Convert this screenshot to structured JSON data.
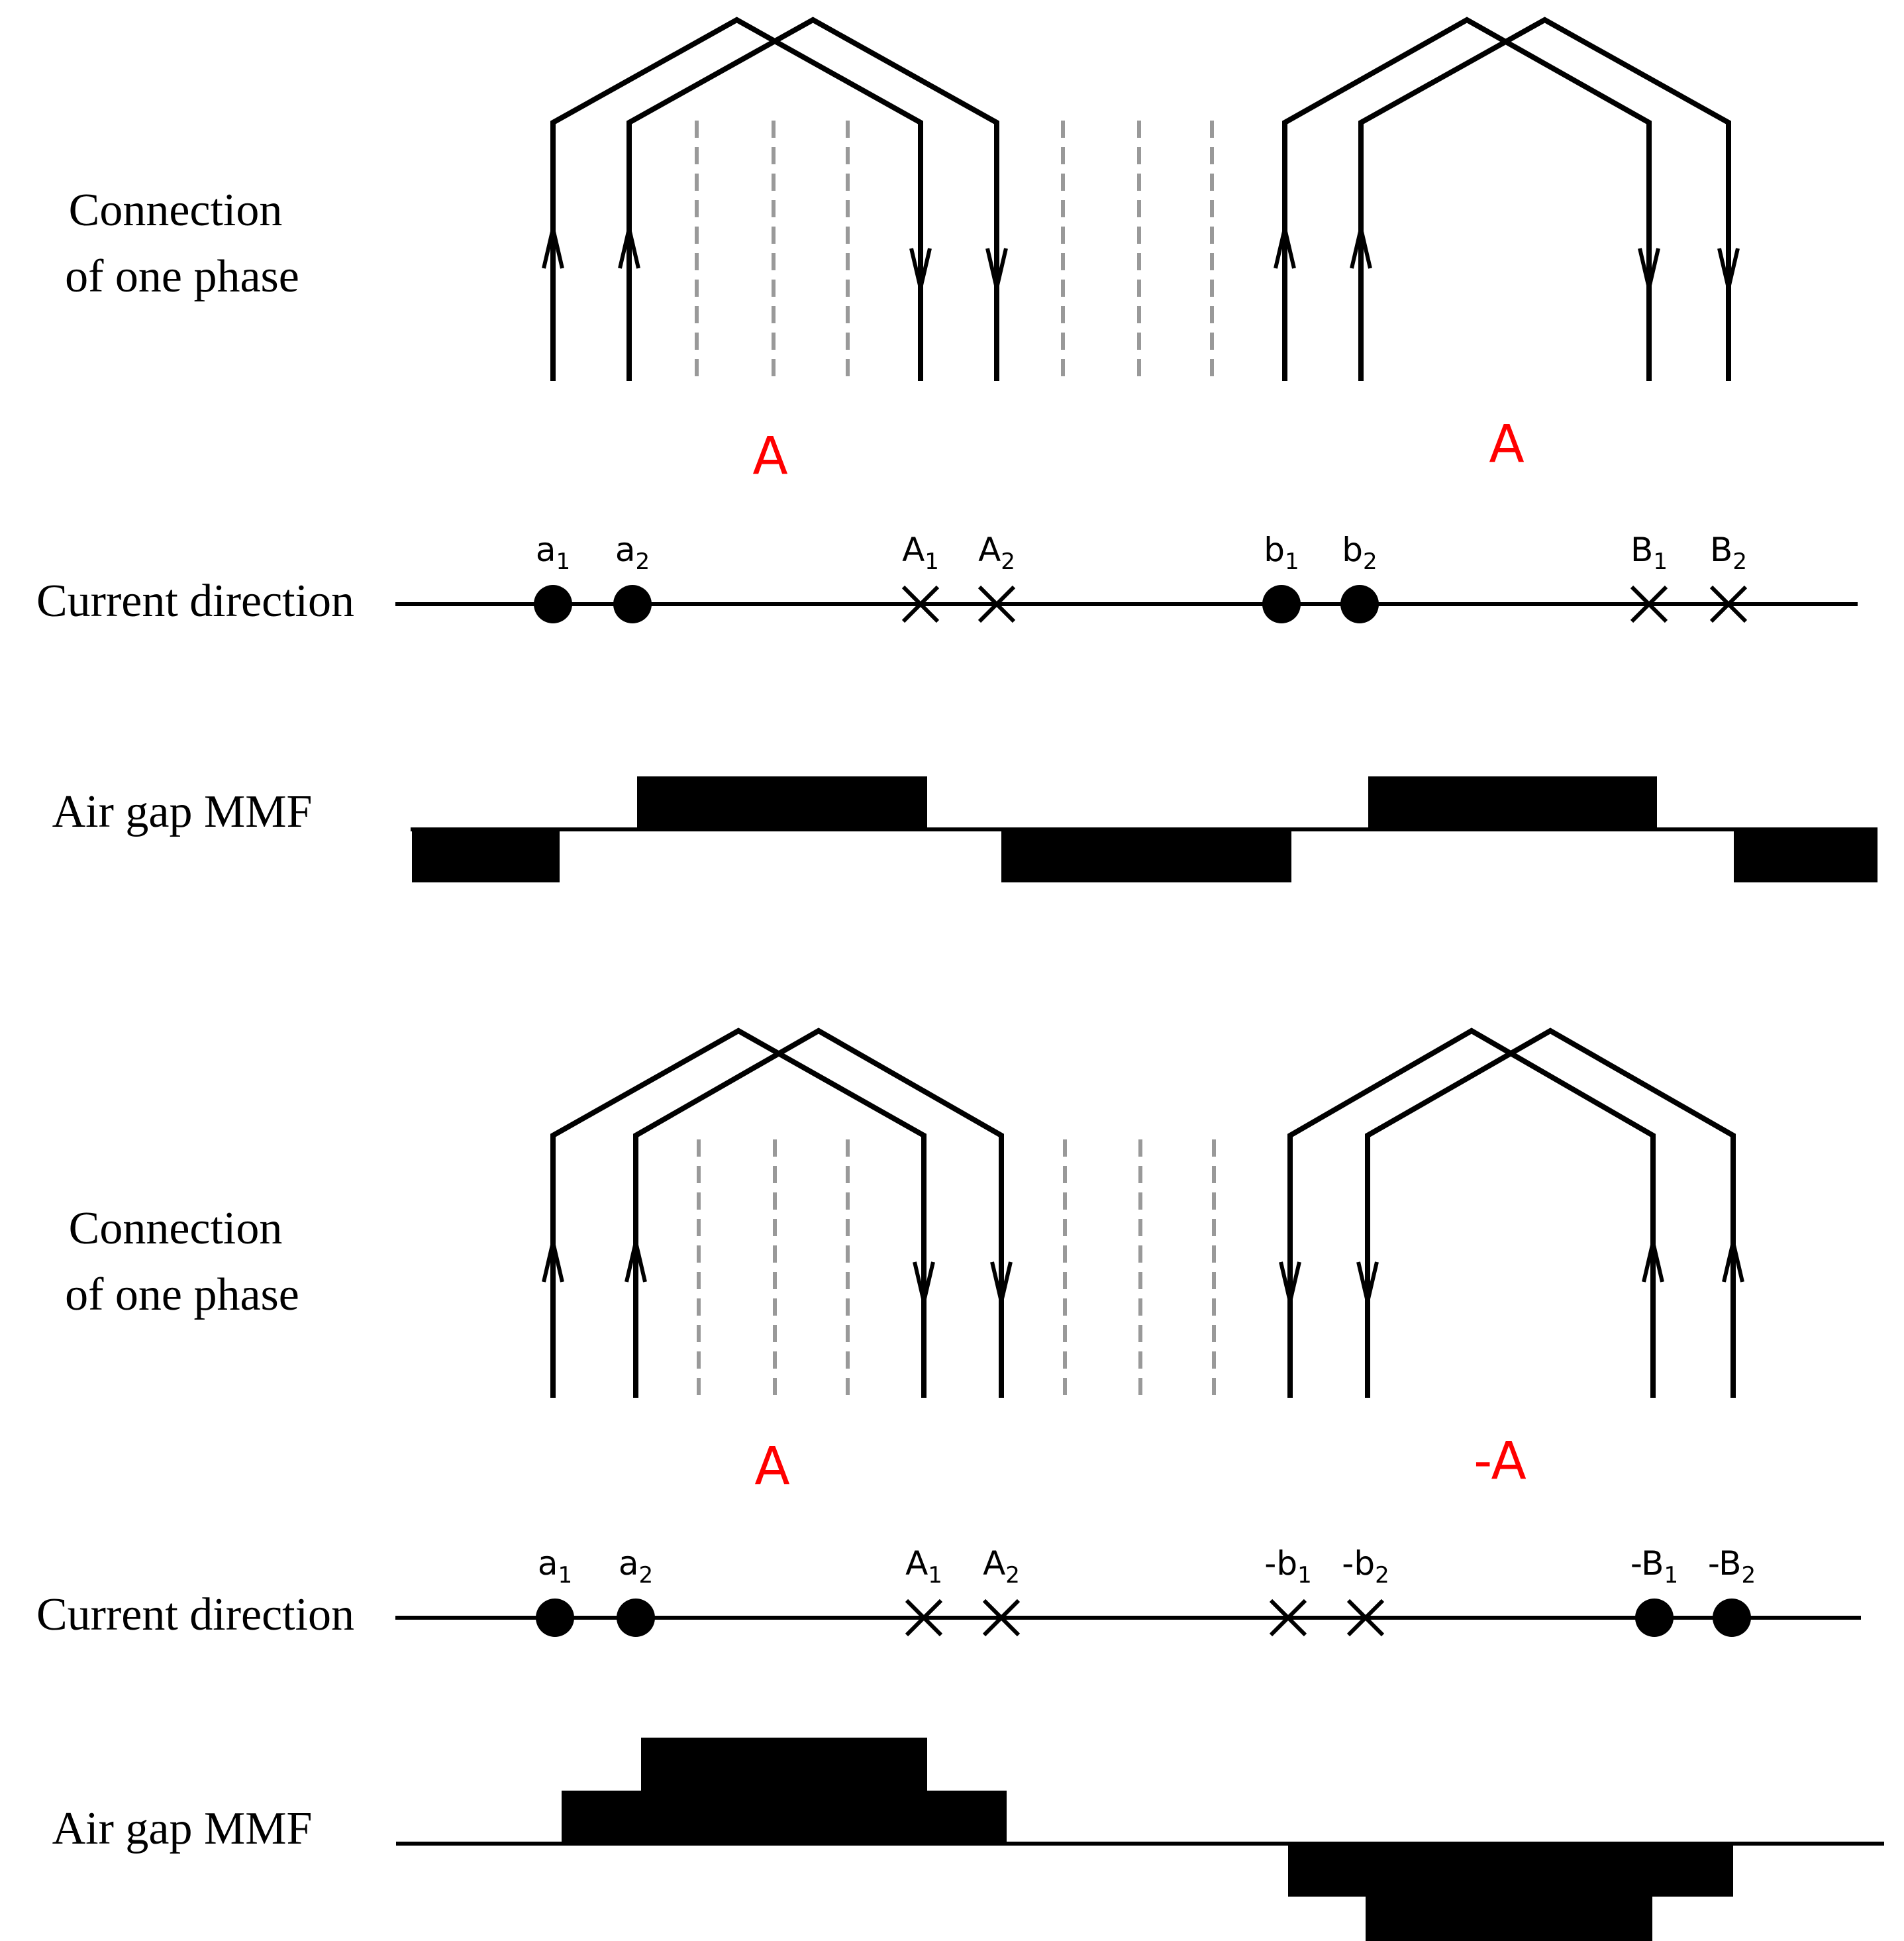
{
  "palette": {
    "ink": "#000000",
    "group_label": "#ff0000",
    "empty_slot": "#999999"
  },
  "panels": [
    {
      "connection_title": [
        "Connection",
        "of one phase"
      ],
      "current_title": "Current direction",
      "mmf_title": "Air gap MMF",
      "groups": [
        {
          "label": "A",
          "coils": [
            {
              "left_dir": "up",
              "right_dir": "down"
            },
            {
              "left_dir": "up",
              "right_dir": "down"
            }
          ]
        },
        {
          "label": "A",
          "coils": [
            {
              "left_dir": "up",
              "right_dir": "down"
            },
            {
              "left_dir": "up",
              "right_dir": "down"
            }
          ]
        }
      ],
      "conductors": [
        {
          "label": "a",
          "sub": "1",
          "mark": "dot"
        },
        {
          "label": "a",
          "sub": "2",
          "mark": "dot"
        },
        {
          "label": "A",
          "sub": "1",
          "mark": "cross"
        },
        {
          "label": "A",
          "sub": "2",
          "mark": "cross"
        },
        {
          "label": "b",
          "sub": "1",
          "mark": "dot"
        },
        {
          "label": "b",
          "sub": "2",
          "mark": "dot"
        },
        {
          "label": "B",
          "sub": "1",
          "mark": "cross"
        },
        {
          "label": "B",
          "sub": "2",
          "mark": "cross"
        }
      ],
      "mmf_levels": [
        -1,
        0,
        1,
        0,
        -1,
        0,
        1,
        0,
        -1
      ]
    },
    {
      "connection_title": [
        "Connection",
        "of one phase"
      ],
      "current_title": "Current direction",
      "mmf_title": "Air gap MMF",
      "groups": [
        {
          "label": "A",
          "coils": [
            {
              "left_dir": "up",
              "right_dir": "down"
            },
            {
              "left_dir": "up",
              "right_dir": "down"
            }
          ]
        },
        {
          "label": "-A",
          "coils": [
            {
              "left_dir": "down",
              "right_dir": "up"
            },
            {
              "left_dir": "down",
              "right_dir": "up"
            }
          ]
        }
      ],
      "conductors": [
        {
          "label": "a",
          "sub": "1",
          "mark": "dot"
        },
        {
          "label": "a",
          "sub": "2",
          "mark": "dot"
        },
        {
          "label": "A",
          "sub": "1",
          "mark": "cross"
        },
        {
          "label": "A",
          "sub": "2",
          "mark": "cross"
        },
        {
          "label": "-b",
          "sub": "1",
          "mark": "cross"
        },
        {
          "label": "-b",
          "sub": "2",
          "mark": "cross"
        },
        {
          "label": "-B",
          "sub": "1",
          "mark": "dot"
        },
        {
          "label": "-B",
          "sub": "2",
          "mark": "dot"
        }
      ],
      "mmf_levels": [
        0,
        1,
        2,
        1,
        0,
        -1,
        -2,
        -1,
        0
      ]
    }
  ]
}
